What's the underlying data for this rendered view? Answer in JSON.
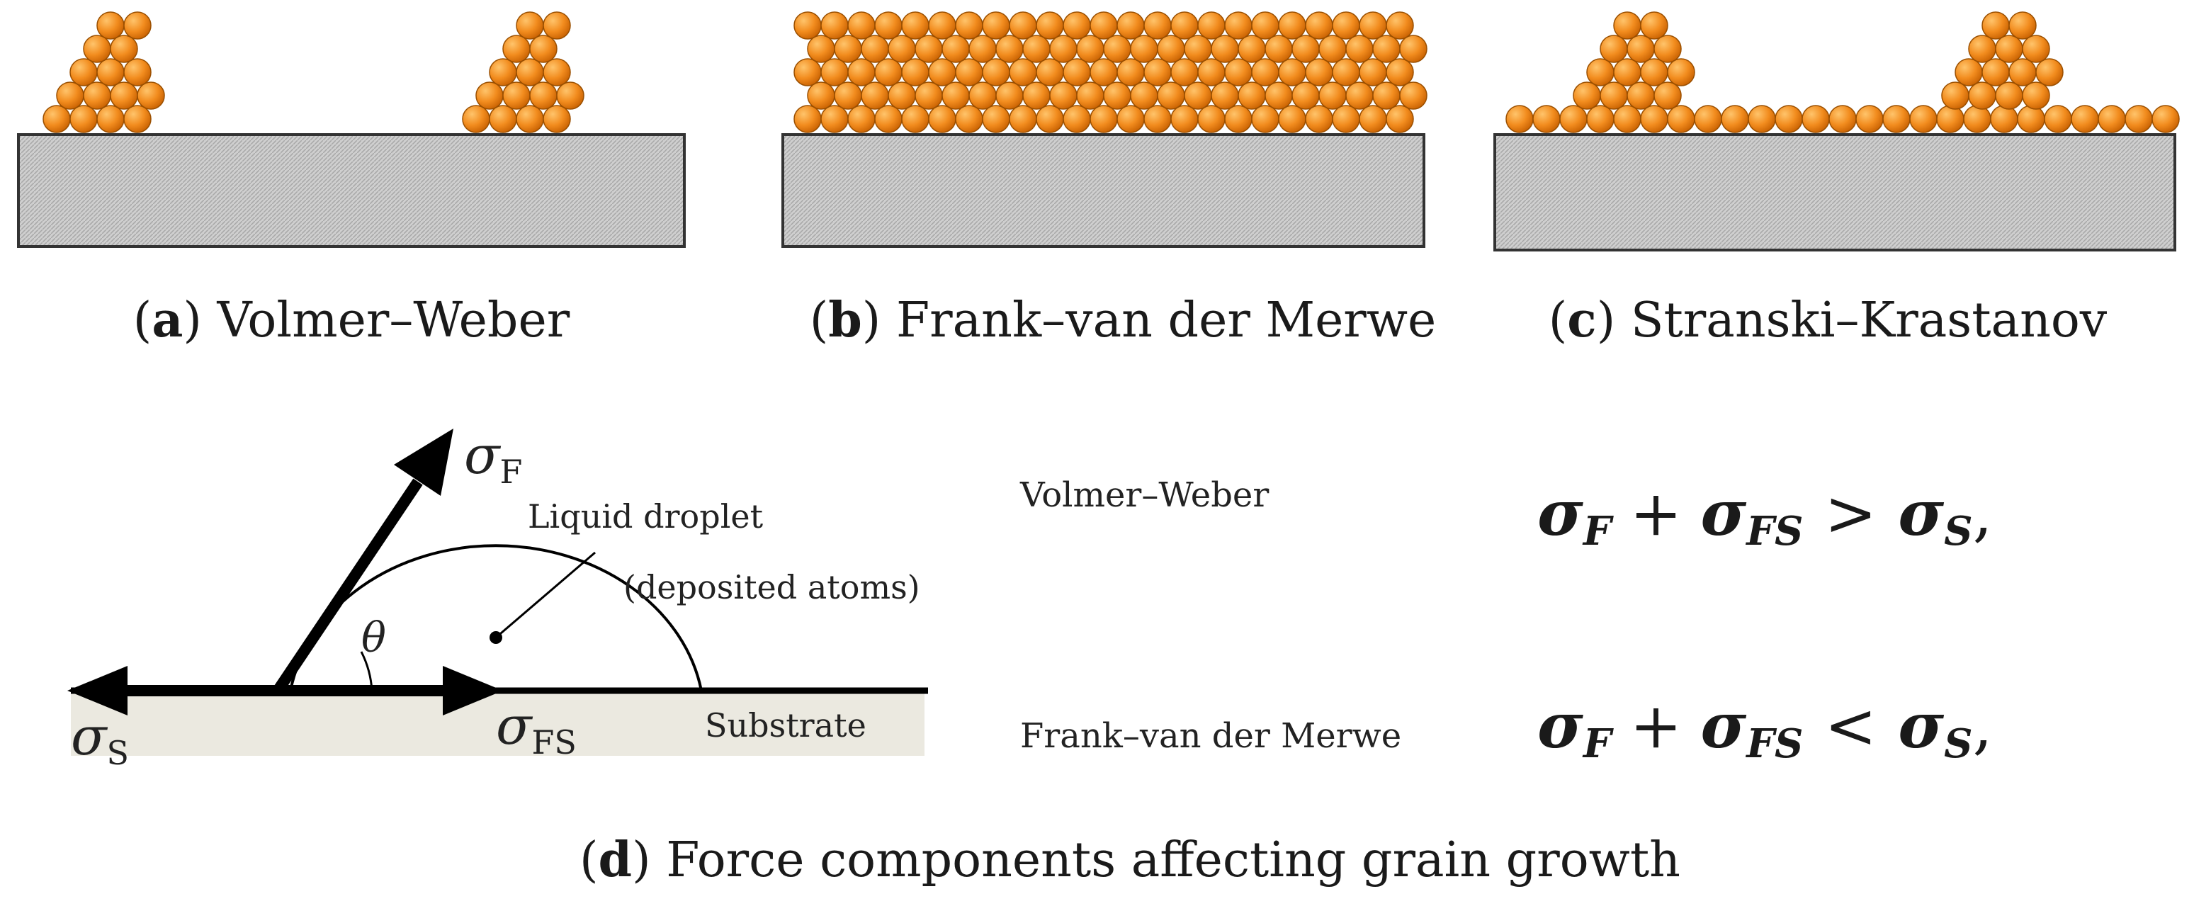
{
  "panels": {
    "a": {
      "letter": "a",
      "title": "Volmer–Weber"
    },
    "b": {
      "letter": "b",
      "title": "Frank–van der Merwe"
    },
    "c": {
      "letter": "c",
      "title": "Stranski–Krastanov"
    },
    "d": {
      "letter": "d",
      "title": "Force components affecting grain growth"
    }
  },
  "force_diagram": {
    "sigma_f": "σ",
    "sigma_f_sub": "F",
    "sigma_s": "σ",
    "sigma_s_sub": "S",
    "sigma_fs": "σ",
    "sigma_fs_sub": "FS",
    "theta": "θ",
    "droplet_label_1": "Liquid droplet",
    "droplet_label_2": "(deposited atoms)",
    "substrate_label": "Substrate"
  },
  "conditions": [
    {
      "mode": "Volmer–Weber",
      "lhs_1": "σ",
      "lhs_1_sub": "F",
      "plus": "+",
      "lhs_2": "σ",
      "lhs_2_sub": "FS",
      "relation": ">",
      "rhs": "σ",
      "rhs_sub": "S",
      "tail": ","
    },
    {
      "mode": "Frank–van der Merwe",
      "lhs_1": "σ",
      "lhs_1_sub": "F",
      "plus": "+",
      "lhs_2": "σ",
      "lhs_2_sub": "FS",
      "relation": "<",
      "rhs": "σ",
      "rhs_sub": "S",
      "tail": ","
    }
  ],
  "colors": {
    "atom": "#f28c1e",
    "atom_edge": "#9a4f00",
    "substrate": "#c8c8c8",
    "substrate_edge": "#333333",
    "substrate_band": "#ebe9e0"
  }
}
